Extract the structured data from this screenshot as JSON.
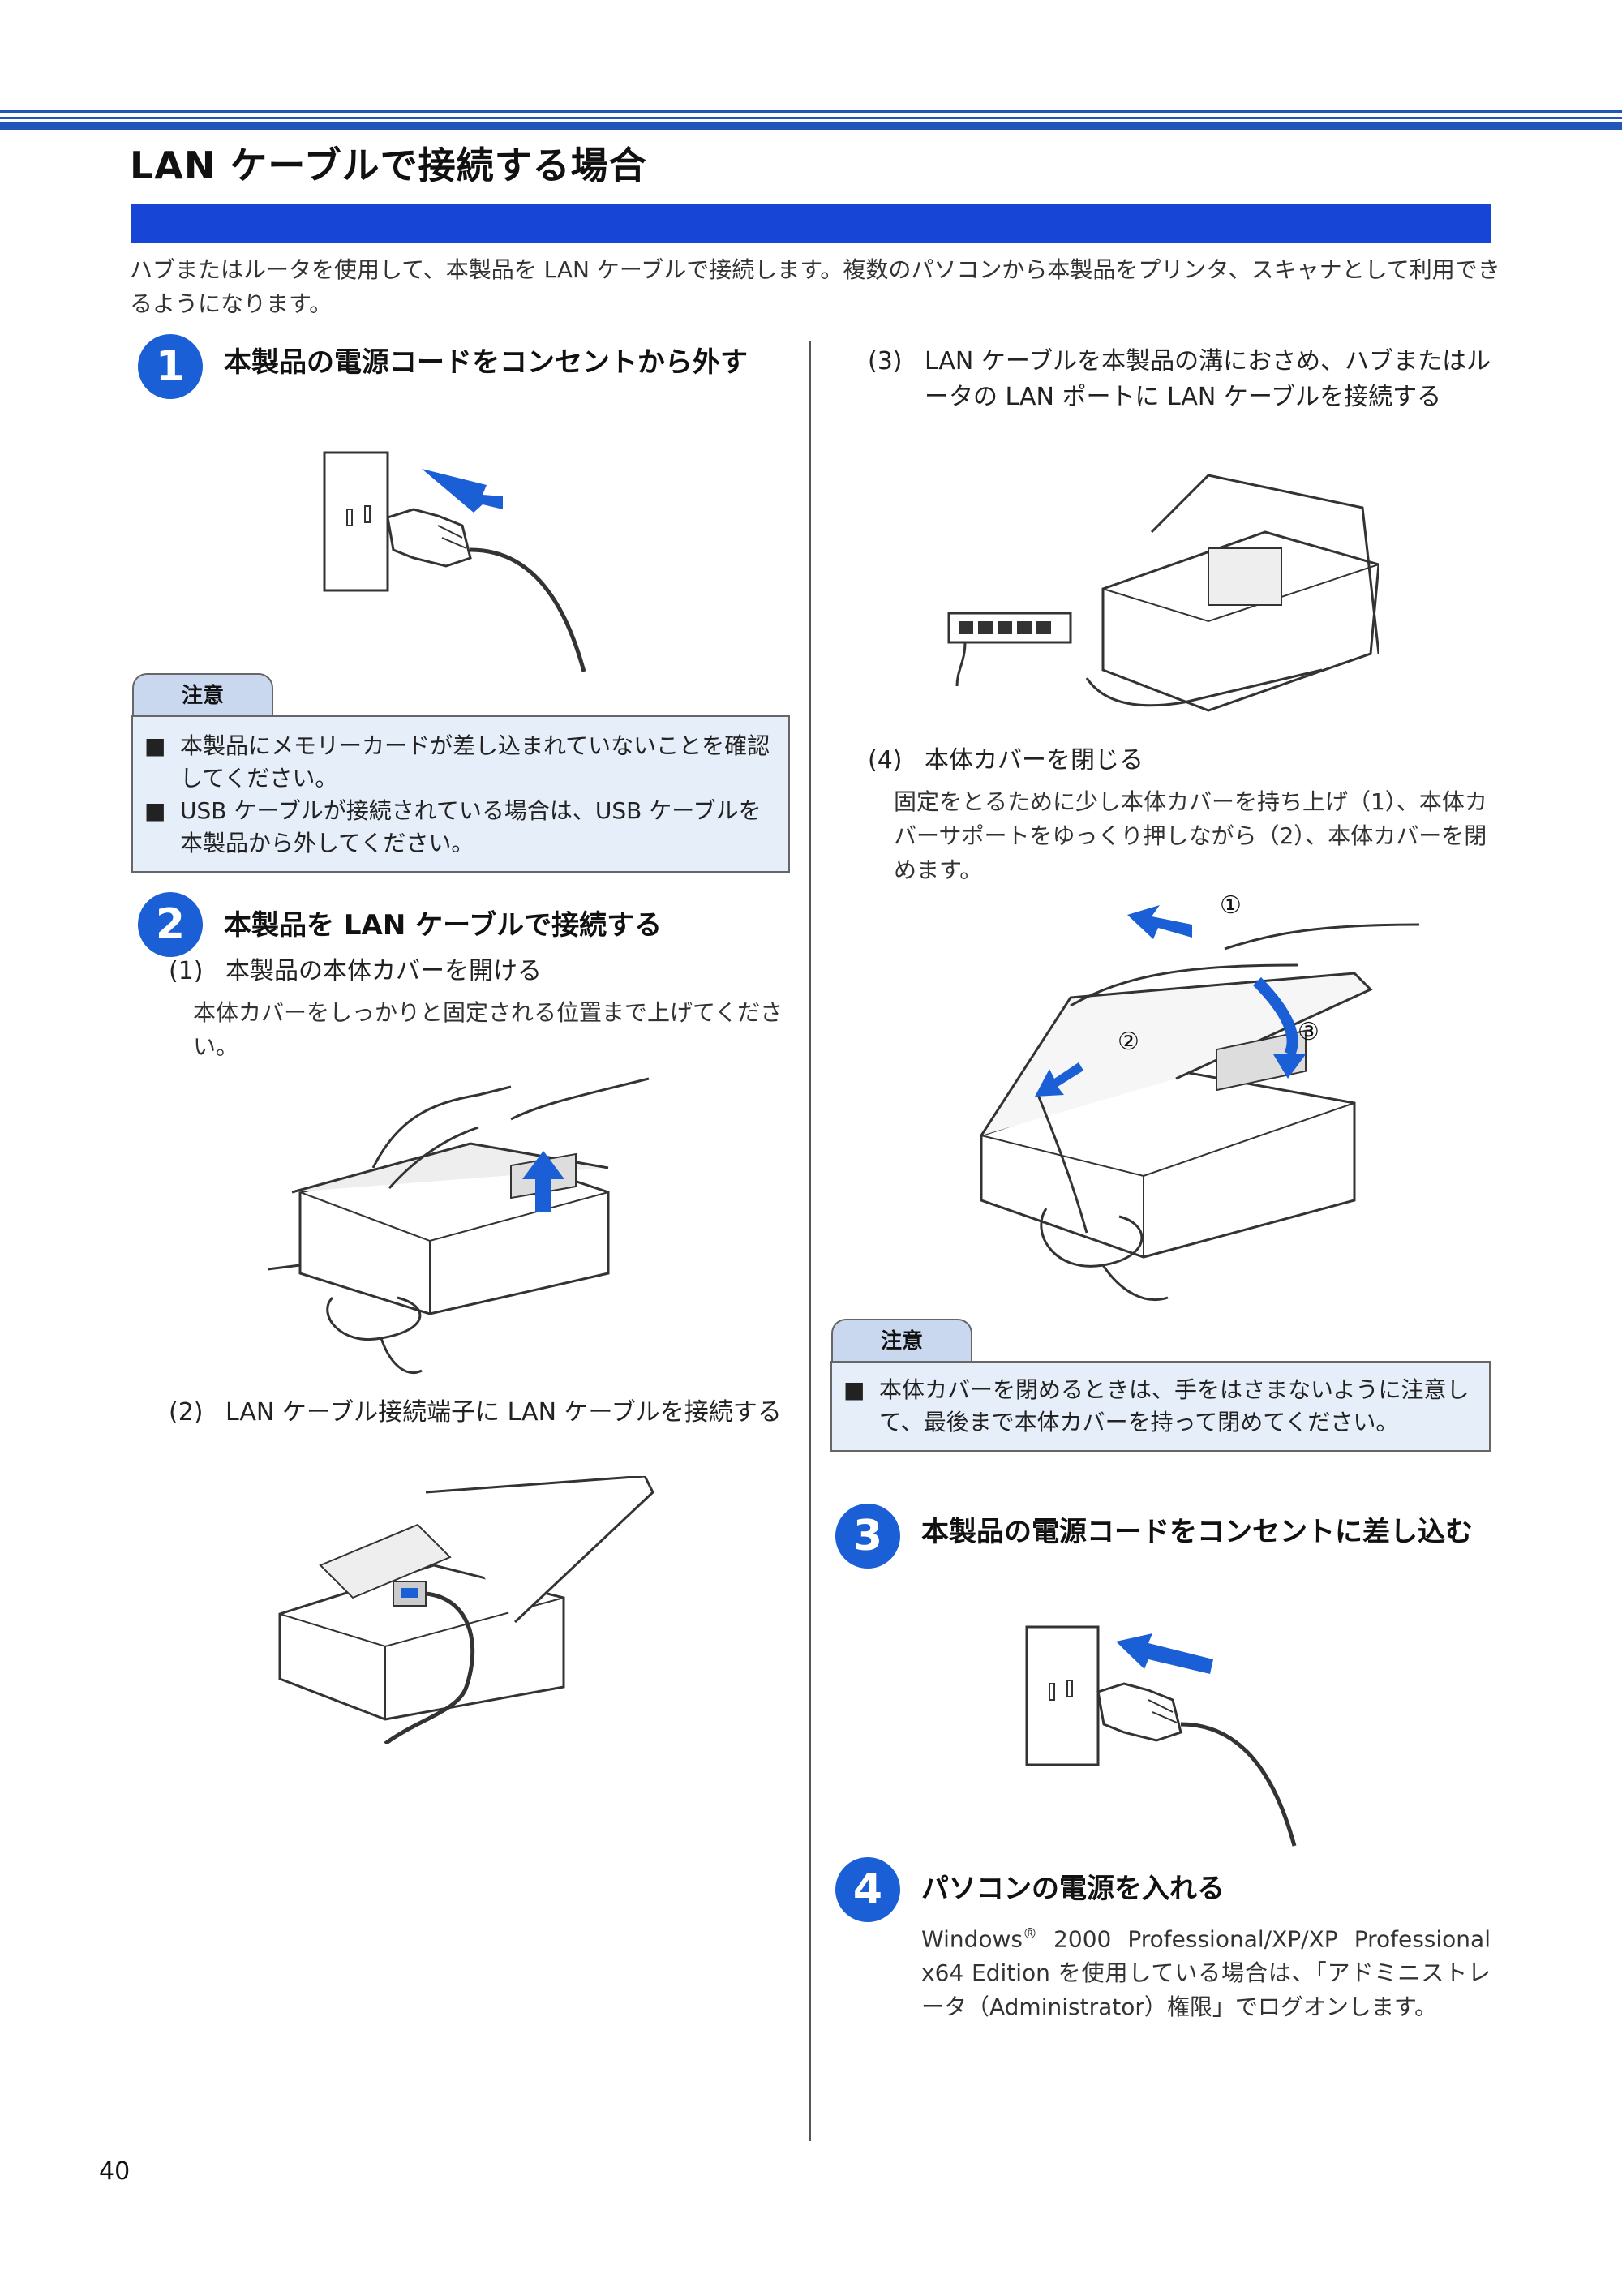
{
  "title": "LAN ケーブルで接続する場合",
  "intro": "ハブまたはルータを使用して、本製品を LAN ケーブルで接続します。複数のパソコンから本製品をプリンタ、スキャナとして利用できるようになります。",
  "steps": [
    {
      "num": "1",
      "title": "本製品の電源コードをコンセントから外す"
    },
    {
      "num": "2",
      "title": "本製品を LAN ケーブルで接続する"
    },
    {
      "num": "3",
      "title": "本製品の電源コードをコンセントに差し込む"
    },
    {
      "num": "4",
      "title": "パソコンの電源を入れる"
    }
  ],
  "caution1": {
    "label": "注意",
    "items": [
      "本製品にメモリーカードが差し込まれていないことを確認してください。",
      "USB ケーブルが接続されている場合は、USB ケーブルを本製品から外してください。"
    ]
  },
  "sub1": {
    "num": "(1)",
    "title": "本製品の本体カバーを開ける",
    "body": "本体カバーをしっかりと固定される位置まで上げてください。"
  },
  "sub2": {
    "num": "(2)",
    "title": "LAN ケーブル接続端子に LAN ケーブルを接続する"
  },
  "sub3": {
    "num": "(3)",
    "title": "LAN ケーブルを本製品の溝におさめ、ハブまたはルータの LAN ポートに LAN ケーブルを接続する"
  },
  "sub4": {
    "num": "(4)",
    "title": "本体カバーを閉じる",
    "body": "固定をとるために少し本体カバーを持ち上げ（1）、本体カバーサポートをゆっくり押しながら（2）、本体カバーを閉めます。"
  },
  "markers": {
    "m1": "①",
    "m2": "②",
    "m3": "③"
  },
  "caution2": {
    "label": "注意",
    "items": [
      "本体カバーを閉めるときは、手をはさまないように注意して、最後まで本体カバーを持って閉めてください。"
    ]
  },
  "step4_body": {
    "part1": "Windows",
    "reg": "®",
    "part2": " 2000 Professional/XP/XP Professional x64 Edition を使用している場合は、「アドミニストレータ（Administrator）権限」でログオンします。"
  },
  "page_number": "40",
  "colors": {
    "accent": "#1746d6",
    "step_circle": "#1a5fd6",
    "caution_bg": "#e6eef9",
    "caution_tab": "#c9d8ef"
  }
}
